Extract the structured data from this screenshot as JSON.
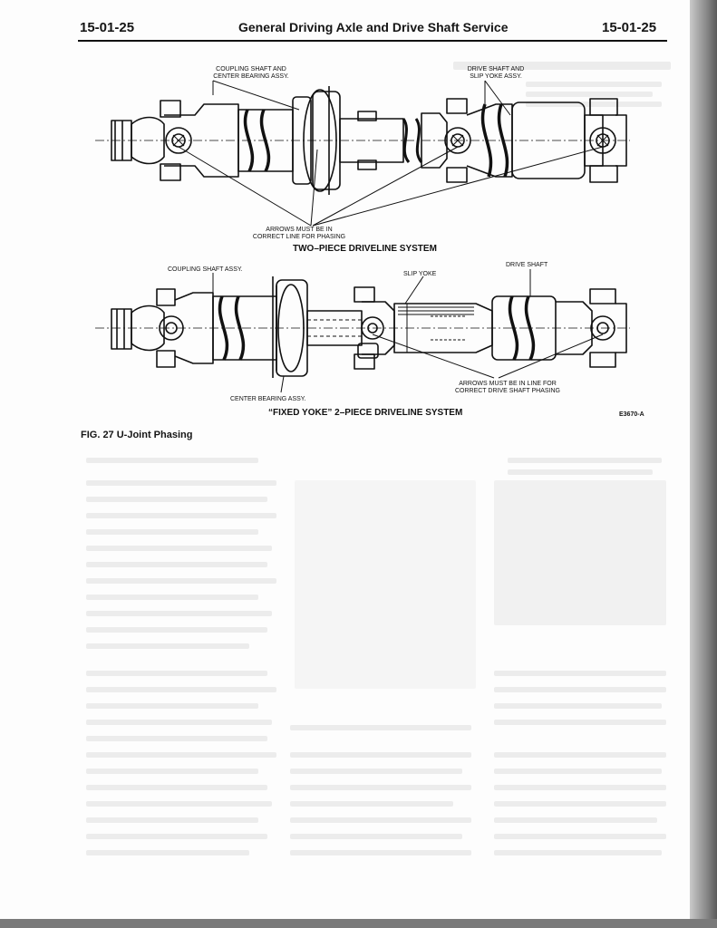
{
  "header": {
    "page_left": "15-01-25",
    "title": "General Driving Axle and Drive Shaft Service",
    "page_right": "15-01-25"
  },
  "figure": {
    "top_system": {
      "title": "TWO–PIECE DRIVELINE SYSTEM",
      "labels": {
        "coupling": "COUPLING SHAFT AND\nCENTER BEARING ASSY.",
        "drive_shaft": "DRIVE SHAFT AND\nSLIP YOKE ASSY.",
        "arrows_note": "ARROWS MUST BE IN\nCORRECT LINE FOR PHASING"
      }
    },
    "bottom_system": {
      "title": "“FIXED YOKE” 2–PIECE DRIVELINE SYSTEM",
      "labels": {
        "coupling": "COUPLING SHAFT ASSY.",
        "slip_yoke": "SLIP YOKE",
        "drive_shaft": "DRIVE SHAFT",
        "center_bearing": "CENTER BEARING ASSY.",
        "arrows_note": "ARROWS MUST BE IN LINE FOR\nCORRECT DRIVE SHAFT PHASING"
      }
    },
    "code": "E3670-A",
    "caption": "FIG. 27 U-Joint Phasing"
  }
}
